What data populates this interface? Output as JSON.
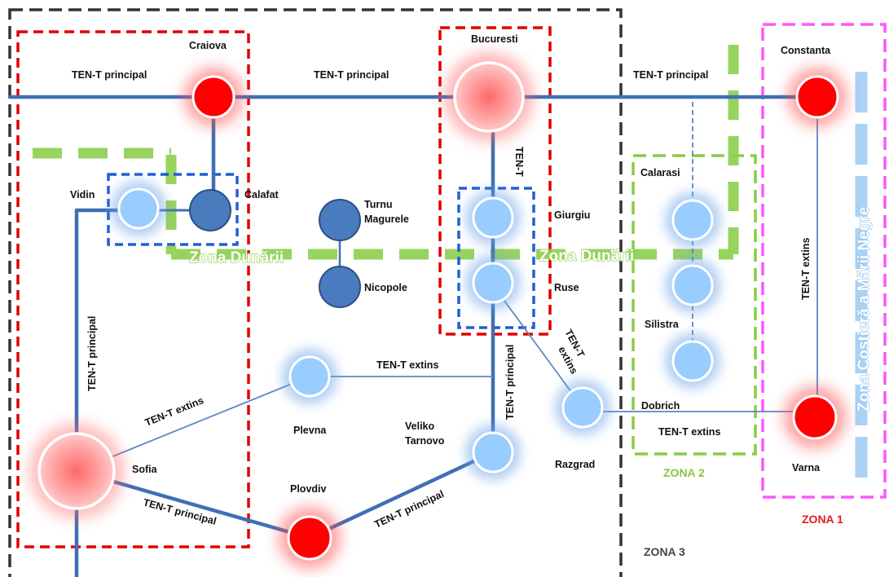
{
  "colors": {
    "zona3_border": "#333333",
    "red_zone_border": "#e00000",
    "zona1_border": "#ff55ff",
    "zona2_border": "#88cc44",
    "danube_band": "#8ccf4d",
    "ten_t_main_line": "#3f6fb5",
    "ten_t_ext_line": "#5b87c5",
    "node_red": "#ff0000",
    "node_light_blue": "#99ccff",
    "node_dark_blue": "#4a7bbf",
    "zona1_label": "#e02020",
    "zona2_label": "#8cc63f",
    "zona3_label": "#444444"
  },
  "cities": {
    "craiova": "Craiova",
    "bucuresti": "Bucuresti",
    "constanta": "Constanta",
    "vidin": "Vidin",
    "calafat": "Calafat",
    "turnu_1": "Turnu",
    "turnu_2": "Magurele",
    "nicopole": "Nicopole",
    "giurgiu": "Giurgiu",
    "ruse": "Ruse",
    "calarasi": "Calarasi",
    "silistra": "Silistra",
    "dobrich": "Dobrich",
    "plevna": "Plevna",
    "veliko_1": "Veliko",
    "veliko_2": "Tarnovo",
    "sofia": "Sofia",
    "plovdiv": "Plovdiv",
    "razgrad": "Razgrad",
    "varna": "Varna"
  },
  "network_labels": {
    "principal_craiova": "TEN-T principal",
    "principal_bucuresti": "TEN-T principal",
    "principal_constanta": "TEN-T principal",
    "ten_t_vertical": "TEN-T",
    "principal_vidin_sofia": "TEN-T principal",
    "extins_sofia_plevna": "TEN-T extins",
    "extins_plevna_veliko": "TEN-T extins",
    "principal_giurgiu_veliko": "TEN-T principal",
    "extins_ruse_razgrad_1": "TEN-T",
    "extins_ruse_razgrad_2": "extins",
    "extins_razgrad_varna": "TEN-T extins",
    "extins_constanta_varna": "TEN-T extins",
    "principal_sofia_plovdiv": "TEN-T principal",
    "principal_plovdiv_veliko": "TEN-T principal"
  },
  "zones": {
    "danube_left": "Zona Dunării",
    "danube_right": "Zona Dunării",
    "coastal": "Zona Costieră a Mării Negre",
    "zona1": "ZONA 1",
    "zona2": "ZONA 2",
    "zona3": "ZONA 3"
  }
}
